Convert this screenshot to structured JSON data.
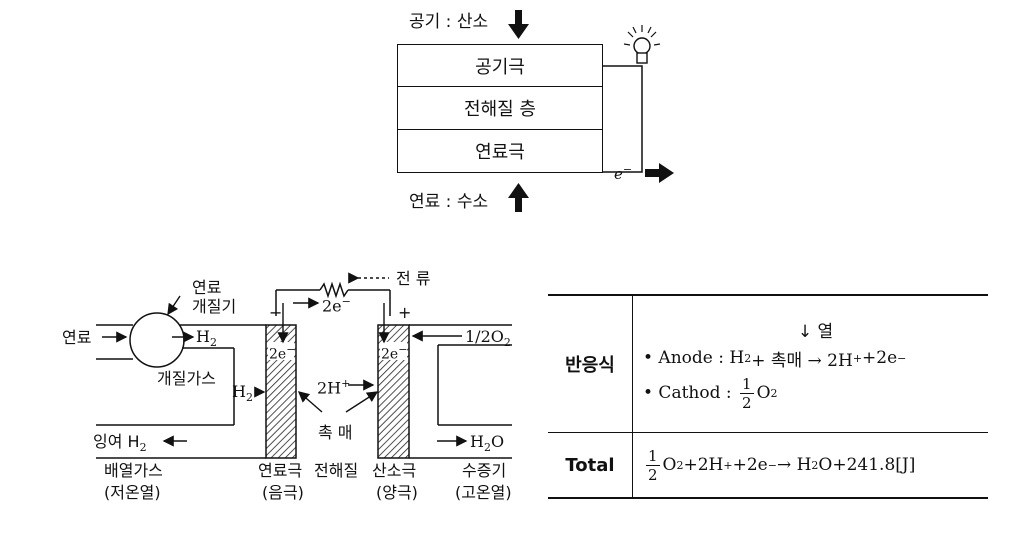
{
  "top": {
    "air_label": "공기 : 산소",
    "layers": [
      "공기극",
      "전해질 층",
      "연료극"
    ],
    "fuel_label": "연료 : 수소",
    "electron_label": "e",
    "electron_sup": "−"
  },
  "cell": {
    "fuel_reformer_line1": "연료",
    "fuel_reformer_line2": "개질기",
    "fuel_in": "연료",
    "h2_out": "H",
    "reformed_gas": "개질가스",
    "h2_left": "H",
    "current_label": "전 류",
    "electrons_top": "2e",
    "minus": "−",
    "plus": "+",
    "anode_e": "2e",
    "cathode_e": "2e",
    "proton": "2H",
    "proton_sup": "+",
    "catalyst": "촉 매",
    "oxygen_in": "1/2O",
    "water_out": "H",
    "water_o": "O",
    "excess_h2": "잉여 H",
    "exhaust_gas": "배열가스",
    "exhaust_heat": "(저온열)",
    "anode": "연료극",
    "anode_sign": "(음극)",
    "electrolyte": "전해질",
    "cathode": "산소극",
    "cathode_sign": "(양극)",
    "steam": "수증기",
    "steam_heat": "(고온열)",
    "sub2": "2"
  },
  "reactions": {
    "heat": "↓ 열",
    "row1_header": "반응식",
    "anode_prefix": "• Anode :",
    "anode_eq_a": "H",
    "anode_eq_b": " + 촉매 → 2H",
    "anode_eq_c": "+2e",
    "cathode_prefix": "• Cathod :",
    "half_n": "1",
    "half_d": "2",
    "o2": "O",
    "row2_header": "Total",
    "total_eq_a": "O",
    "total_eq_b": "+2H",
    "total_eq_c": "+2e",
    "total_eq_d": " → H",
    "total_eq_e": "O+241.8[J]"
  }
}
